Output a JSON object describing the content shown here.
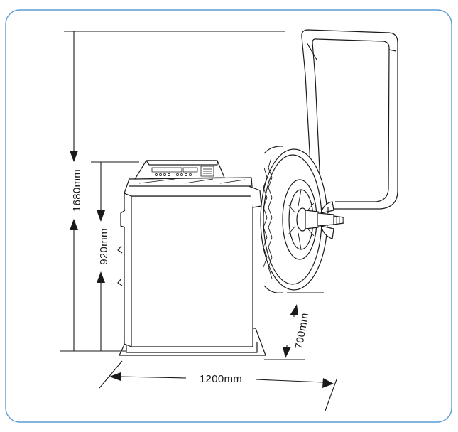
{
  "colors": {
    "frame": "#5d9cd3",
    "line": "#1a1a1a",
    "background": "#ffffff"
  },
  "dimensions": {
    "total_height": "1680mm",
    "body_height": "920mm",
    "depth": "700mm",
    "width": "1200mm"
  }
}
